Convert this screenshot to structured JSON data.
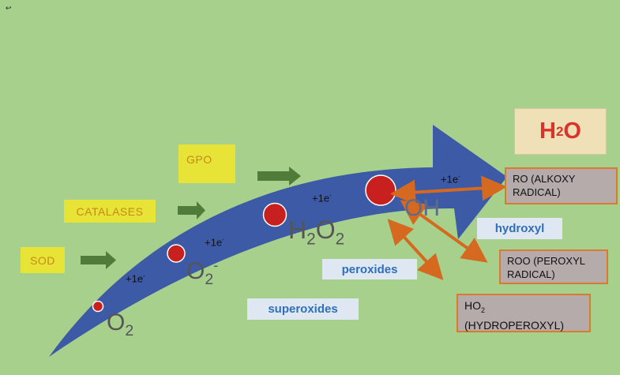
{
  "top_left_icon": "↩",
  "enzymes": [
    {
      "id": "sod",
      "label": "SOD"
    },
    {
      "id": "catalases",
      "label": "CATALASES"
    },
    {
      "id": "gpo",
      "label": "GPO"
    }
  ],
  "electron_labels": [
    "+1e",
    "+1e",
    "+1e",
    "+1e"
  ],
  "electron_superscript": "-",
  "species": {
    "o2": {
      "base": "O",
      "sub": "2"
    },
    "superoxide": {
      "base": "O",
      "sub": "2",
      "sup": "-"
    },
    "h2o2": {
      "b1": "H",
      "s1": "2",
      "b2": "O",
      "s2": "2"
    },
    "oh": "OH"
  },
  "category_labels": {
    "superoxides": "superoxides",
    "peroxides": "peroxides",
    "hydroxyl": "hydroxyl"
  },
  "product": {
    "base": "H",
    "sub": "2",
    "tail": "O"
  },
  "radical_boxes": {
    "ro": [
      "RO (ALKOXY",
      "RADICAL)"
    ],
    "roo": [
      "ROO (PEROXYL",
      "RADICAL)"
    ],
    "ho2": {
      "line1_base": "HO",
      "line1_sub": "2",
      "line2": "(HYDROPEROXYL)"
    }
  },
  "colors": {
    "background": "#a8d08d",
    "big_arrow": "#3c5aa6",
    "enzyme_arrow": "#4f7c38",
    "orange_arrow": "#d5691f",
    "dot": "#c8201f"
  }
}
